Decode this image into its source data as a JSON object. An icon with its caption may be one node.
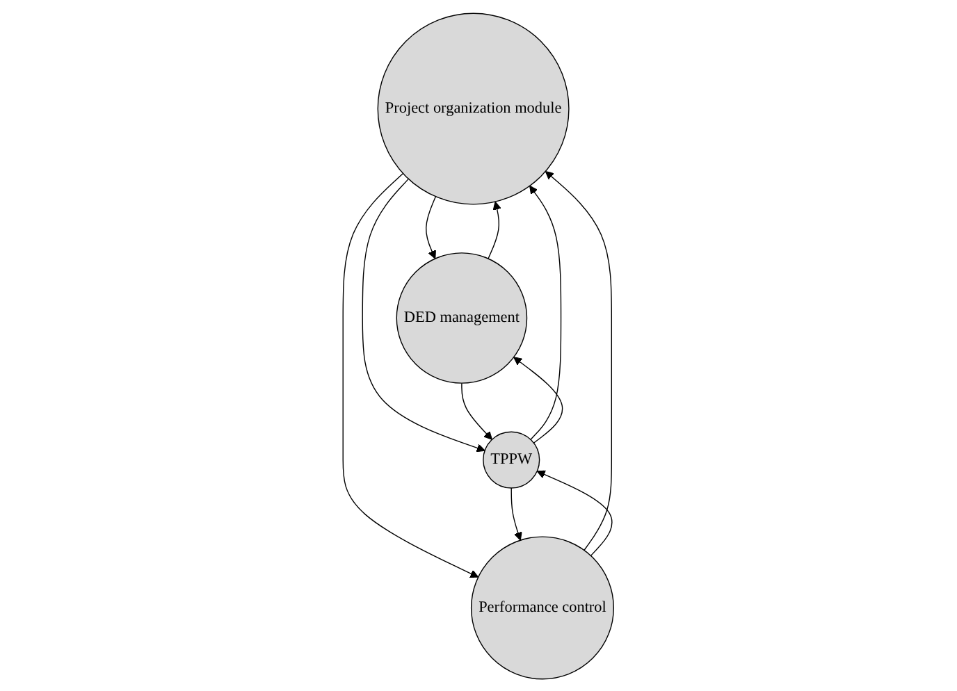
{
  "diagram": {
    "nodes": [
      {
        "text": [
          "Project organization module"
        ]
      },
      {
        "text": [
          "DED management"
        ]
      },
      {
        "text": [
          "Performance control"
        ]
      },
      {
        "text": [
          "TPPW"
        ]
      }
    ],
    "edges": [
      {
        "from": 1,
        "to": 0,
        "arrow": "to"
      },
      {
        "from": 0,
        "to": 1,
        "arrow": "to"
      },
      {
        "from": 0,
        "to": 2,
        "arrow": "to"
      },
      {
        "from": 2,
        "to": 0,
        "arrow": "to"
      },
      {
        "from": 3,
        "to": 0,
        "arrow": "to"
      },
      {
        "from": 0,
        "to": 3,
        "arrow": "to"
      },
      {
        "from": 3,
        "to": 1,
        "arrow": "to"
      },
      {
        "from": 1,
        "to": 3,
        "arrow": "to"
      },
      {
        "from": 3,
        "to": 2,
        "arrow": "to"
      },
      {
        "from": 2,
        "to": 3,
        "arrow": "to"
      }
    ]
  }
}
